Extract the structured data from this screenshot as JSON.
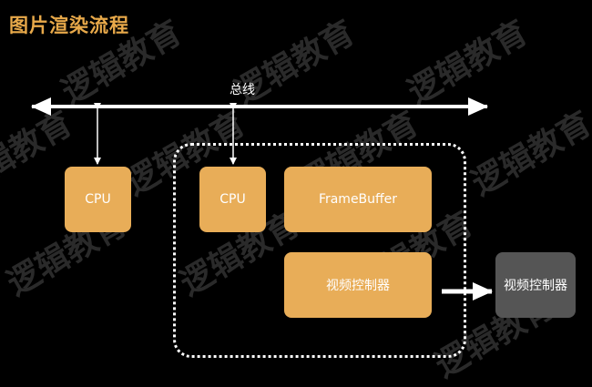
{
  "title": "图片渲染流程",
  "watermark": "逻辑教育",
  "bus_label": "总线",
  "boxes": {
    "cpu_left": "CPU",
    "cpu_inner": "CPU",
    "framebuffer": "FrameBuffer",
    "video_controller_inner": "视频控制器",
    "video_controller_outer": "视频控制器"
  },
  "colors": {
    "background": "#000000",
    "title": "#e8a94a",
    "box": "#e8ad58",
    "outer_box": "#555555",
    "lines": "#ffffff"
  }
}
